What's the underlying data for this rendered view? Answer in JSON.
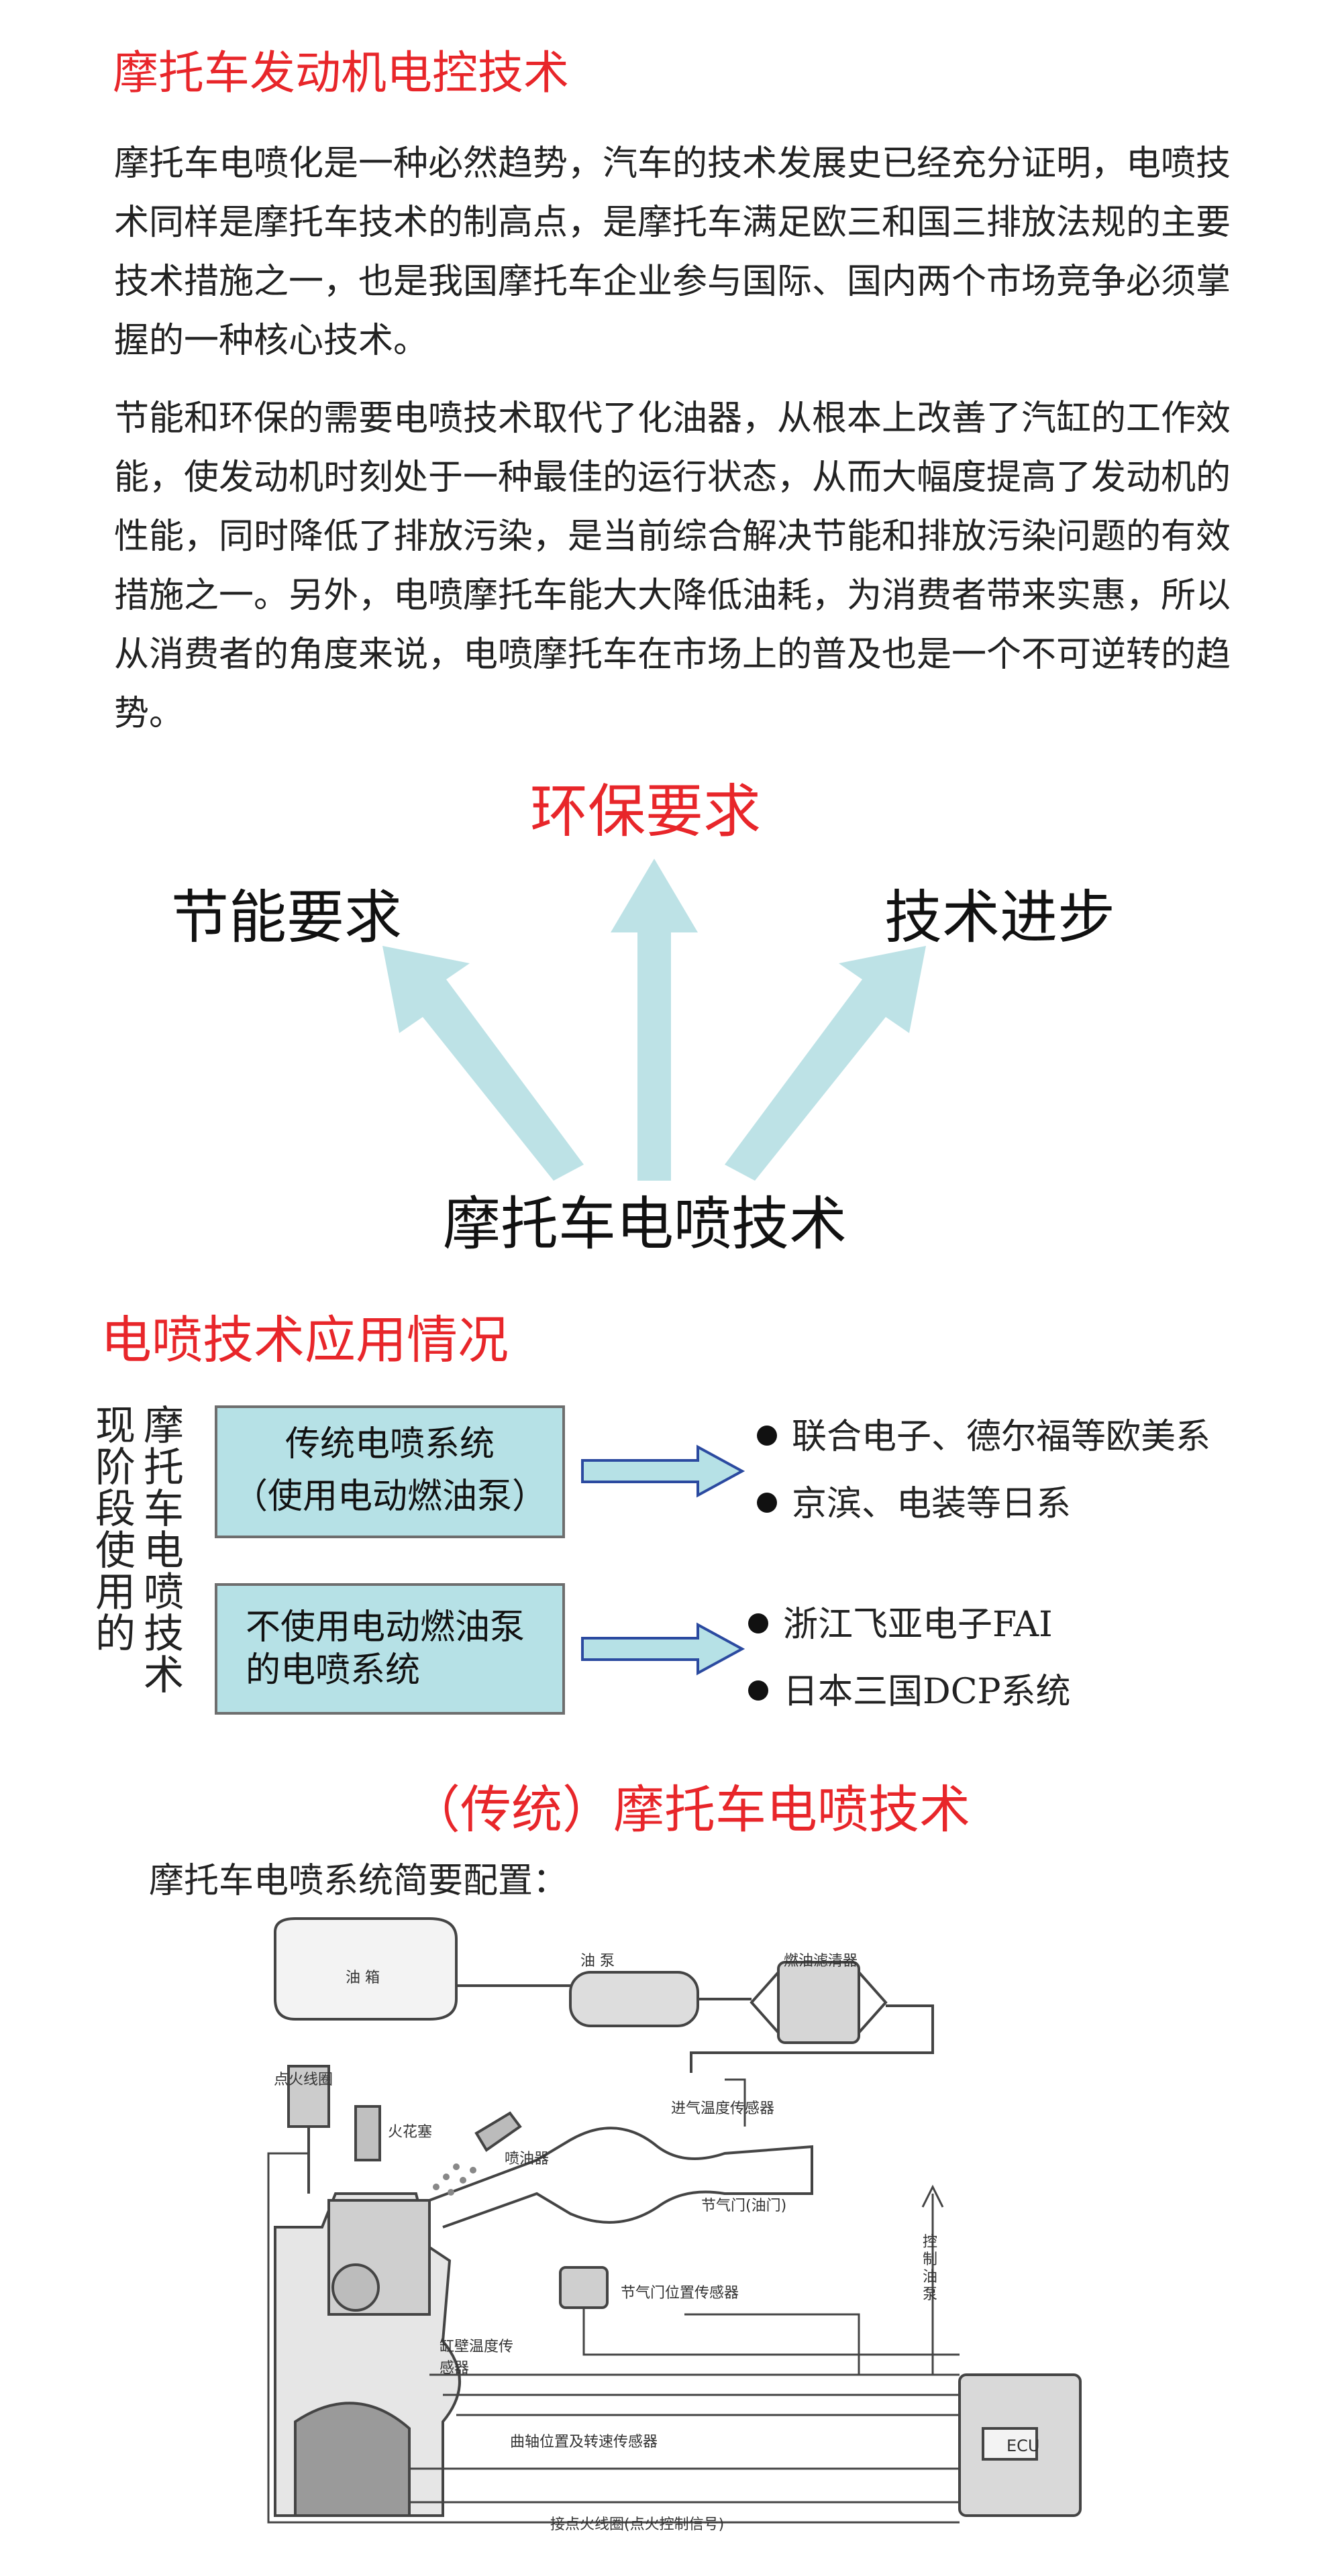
{
  "title": "摩托车发动机电控技术",
  "paragraphs": [
    "摩托车电喷化是一种必然趋势，汽车的技术发展史已经充分证明，电喷技术同样是摩托车技术的制高点，是摩托车满足欧三和国三排放法规的主要技术措施之一，也是我国摩托车企业参与国际、国内两个市场竞争必须掌握的一种核心技术。",
    "节能和环保的需要电喷技术取代了化油器，从根本上改善了汽缸的工作效能，使发动机时刻处于一种最佳的运行状态，从而大幅度提高了发动机的性能，同时降低了排放污染，是当前综合解决节能和排放污染问题的有效措施之一。另外，电喷摩托车能大大降低油耗，为消费者带来实惠，所以从消费者的角度来说，电喷摩托车在市场上的普及也是一个不可逆转的趋势。"
  ],
  "driver_diagram": {
    "top": "环保要求",
    "left": "节能要求",
    "right": "技术进步",
    "center": "摩托车电喷技术"
  },
  "application": {
    "title": "电喷技术应用情况",
    "vertical_col1": [
      "现",
      "阶",
      "段",
      "使",
      "用",
      "的"
    ],
    "vertical_col2": [
      "摩",
      "托",
      "车",
      "电",
      "喷",
      "技",
      "术"
    ],
    "box1_lines": [
      "传统电喷系统",
      "（使用电动燃油泵）"
    ],
    "box2_lines": [
      "不使用电动燃油泵",
      "的电喷系统"
    ],
    "box1_bullets": [
      "联合电子、德尔福等欧美系",
      "京滨、电装等日系"
    ],
    "box2_bullets": [
      "浙江飞亚电子FAI",
      "日本三国DCP系统"
    ]
  },
  "traditional": {
    "title": "（传统）摩托车电喷技术",
    "intro": "摩托车电喷系统简要配置："
  },
  "schematic_labels": {
    "tank": "油 箱",
    "pump": "油 泵",
    "filter": "燃油滤清器",
    "coil": "点火线圈",
    "plug": "火花塞",
    "injector": "喷油器",
    "intake_temp": "进气温度传感器",
    "throttle": "节气门(油门)",
    "tps": "节气门位置传感器",
    "control": "控制油泵",
    "wall_temp": "缸壁温度传感器",
    "crank": "曲轴位置及转速传感器",
    "ignition": "接点火线圈(点火控制信号)",
    "ecu": "ECU"
  }
}
